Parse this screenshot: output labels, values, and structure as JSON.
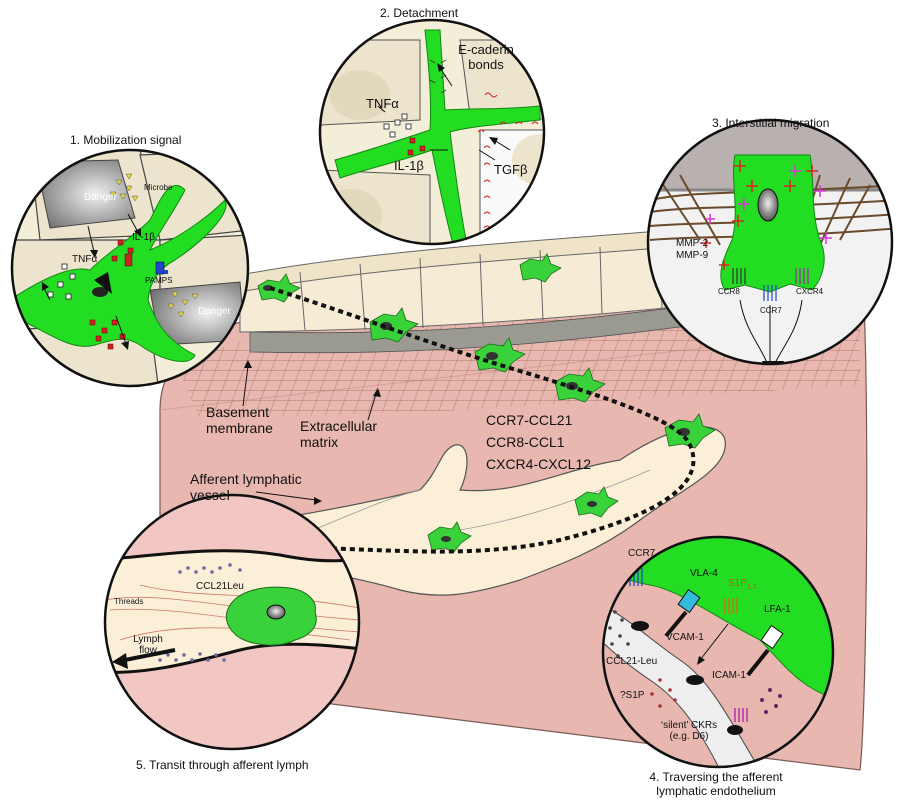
{
  "steps": {
    "s1": "1. Mobilization signal",
    "s2": "2. Detachment",
    "s3": "3. Interstitial migration",
    "s4_line1": "4. Traversing the afferent",
    "s4_line2": "lymphatic endothelium",
    "s5": "5. Transit through afferent lymph"
  },
  "circle1": {
    "danger_top": "Danger",
    "microbe": "Microbe",
    "il1b": "IL-1β",
    "tnfa": "TNFα",
    "pamps": "PAMPS",
    "danger_bottom": "Danger"
  },
  "circle2": {
    "ecad_line1": "E-caderin",
    "ecad_line2": "bonds",
    "tnfa": "TNFα",
    "il1b": "IL-1β",
    "tgfb": "TGFβ"
  },
  "circle3": {
    "mmp2": "MMP-2",
    "mmp9": "MMP-9",
    "ccr8": "CCR8",
    "ccr7": "CCR7",
    "cxcr4": "CXCR4"
  },
  "circle4": {
    "ccr7": "CCR7",
    "vla4": "VLA-4",
    "s1p12": "S1P",
    "s1p_sub": "1,2",
    "lfa1": "LFA-1",
    "vcam1": "VCAM-1",
    "ccl21leu": "CCL21-Leu",
    "icam1": "ICAM-1",
    "s1p": "?S1P",
    "silent_line1": "‘silent’ CKRs",
    "silent_line2": "(e.g. D6)"
  },
  "circle5": {
    "ccl21leu": "CCL21Leu",
    "threads": "Threads",
    "lymph_line1": "Lymph",
    "lymph_line2": "flow"
  },
  "tissue": {
    "basement_line1": "Basement",
    "basement_line2": "membrane",
    "ecm_line1": "Extracellular",
    "ecm_line2": "matrix",
    "pair1": "CCR7-CCL21",
    "pair2": "CCR8-CCL1",
    "pair3": "CXCR4-CXCL12",
    "afferent_line1": "Afferent lymphatic",
    "afferent_line2": "vessel"
  },
  "colors": {
    "dc_green": "#22dd22",
    "tissue_pink": "#e8b7b0",
    "epithelium": "#f6ecd6",
    "basement_gray": "#9a9a92",
    "matrix_brown": "#8a5a3a",
    "il1b_red": "#cc2222",
    "pamps_blue": "#2244cc",
    "microbe_yellow": "#e8d840"
  }
}
